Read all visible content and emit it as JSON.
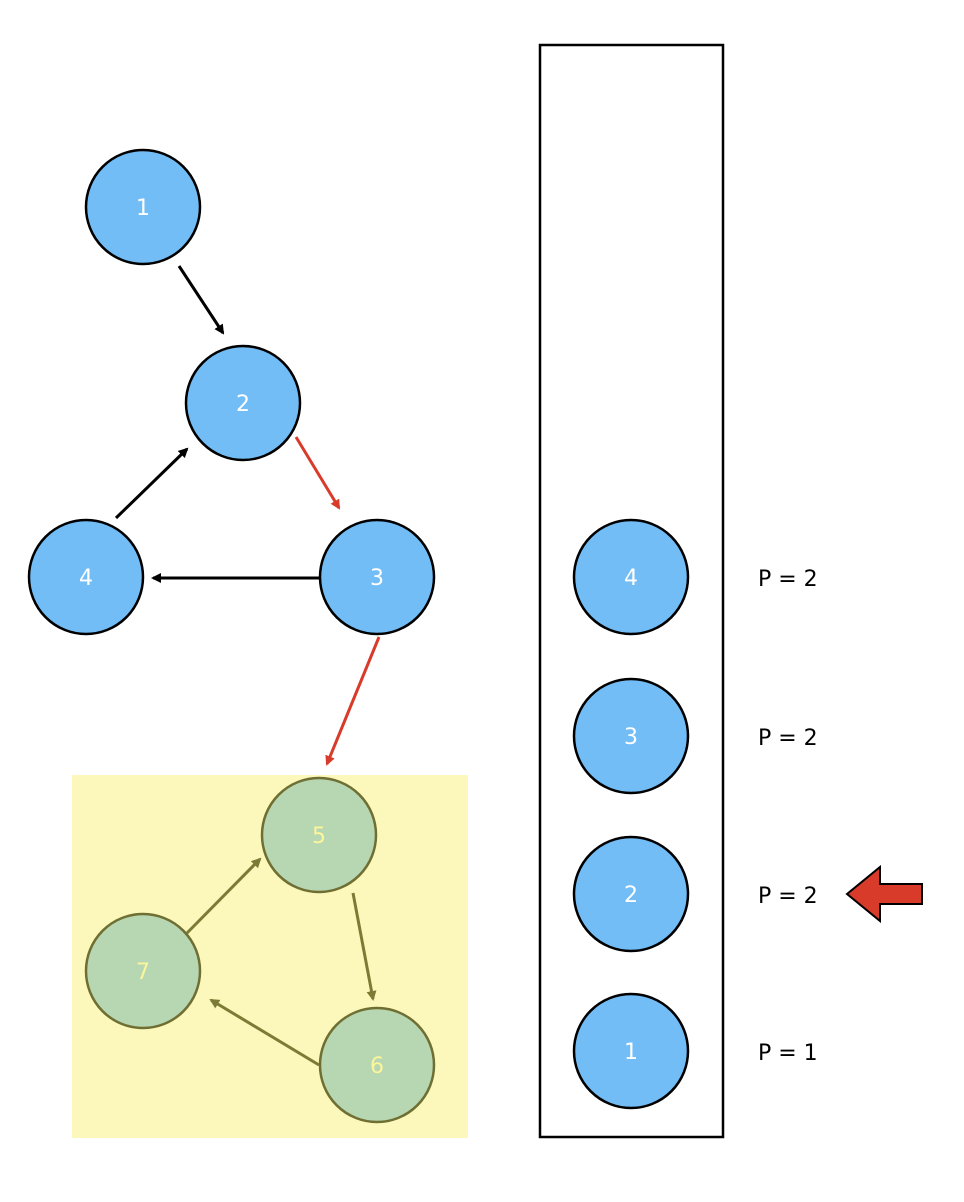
{
  "colors": {
    "blue_node_fill": "#73bdf6",
    "blue_node_label": "#ffffff",
    "green_node_fill": "#b7d6b2",
    "green_node_stroke": "#6f6f33",
    "green_node_label": "#fbf59c",
    "highlight_region": "#fcf7ba",
    "edge_black": "#000000",
    "edge_red": "#d93b2b",
    "edge_olive": "#7b7b35",
    "pointer_arrow": "#d93b2b"
  },
  "graph": {
    "nodes": [
      {
        "id": "1",
        "label": "1",
        "group": "blue"
      },
      {
        "id": "2",
        "label": "2",
        "group": "blue"
      },
      {
        "id": "3",
        "label": "3",
        "group": "blue"
      },
      {
        "id": "4",
        "label": "4",
        "group": "blue"
      },
      {
        "id": "5",
        "label": "5",
        "group": "green"
      },
      {
        "id": "6",
        "label": "6",
        "group": "green"
      },
      {
        "id": "7",
        "label": "7",
        "group": "green"
      }
    ],
    "edges": [
      {
        "from": "1",
        "to": "2",
        "color": "black"
      },
      {
        "from": "2",
        "to": "3",
        "color": "red"
      },
      {
        "from": "3",
        "to": "4",
        "color": "black"
      },
      {
        "from": "4",
        "to": "2",
        "color": "black"
      },
      {
        "from": "3",
        "to": "5",
        "color": "red"
      },
      {
        "from": "5",
        "to": "6",
        "color": "olive"
      },
      {
        "from": "6",
        "to": "7",
        "color": "olive"
      },
      {
        "from": "7",
        "to": "5",
        "color": "olive"
      }
    ]
  },
  "stack": {
    "items_top_to_bottom": [
      {
        "label": "4",
        "p": "P = 2"
      },
      {
        "label": "3",
        "p": "P = 2"
      },
      {
        "label": "2",
        "p": "P = 2",
        "pointer": true
      },
      {
        "label": "1",
        "p": "P = 1"
      }
    ]
  }
}
